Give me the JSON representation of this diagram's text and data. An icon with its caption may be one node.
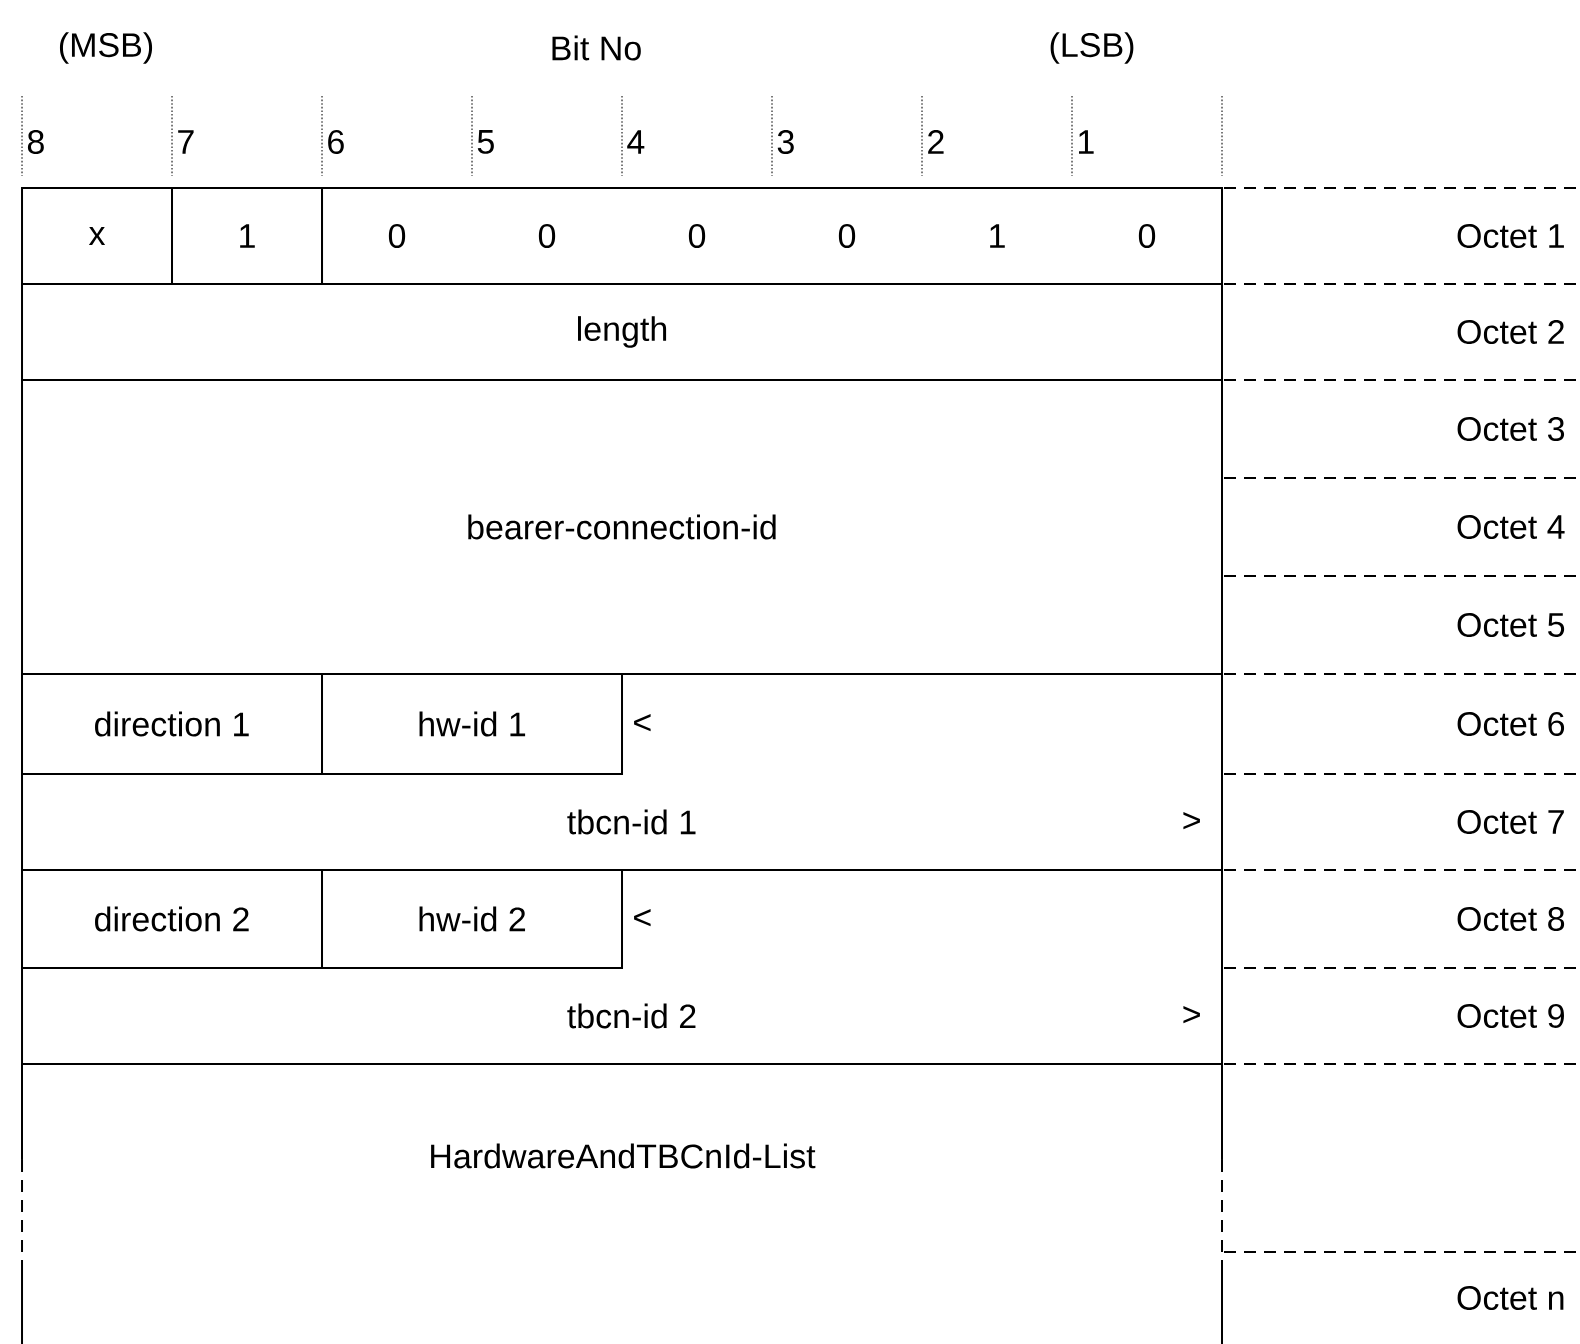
{
  "diagram": {
    "nodes": [
      {
        "text": [
          "x"
        ]
      },
      {
        "text": [
          "1"
        ]
      },
      {
        "text": [
          "0",
          "0",
          "0",
          "0",
          "1",
          "0"
        ]
      },
      {
        "text": [
          "length"
        ]
      },
      {
        "text": [
          "bearer-connection-id"
        ]
      },
      {
        "text": [
          "<",
          "tbcn-id 1",
          ">"
        ]
      },
      {
        "text": [
          "direction 1"
        ],
        "in": 5
      },
      {
        "text": [
          "hw-id 1"
        ],
        "in": 5
      },
      {
        "text": [
          "<",
          "tbcn-id 2",
          ">"
        ]
      },
      {
        "text": [
          "direction 2"
        ],
        "in": 8
      },
      {
        "text": [
          "hw-id 2"
        ],
        "in": 8
      },
      {
        "text": [
          "HardwareAndTBCnId-List"
        ]
      }
    ],
    "edges": [],
    "labels": [
      "(MSB)",
      "Bit No",
      "(LSB)",
      "8",
      "7",
      "6",
      "5",
      "4",
      "3",
      "2",
      "1",
      "Octet 1",
      "Octet 2",
      "Octet 3",
      "Octet 4",
      "Octet 5",
      "Octet 6",
      "Octet 7",
      "Octet 8",
      "Octet 9",
      "Octet n"
    ]
  }
}
